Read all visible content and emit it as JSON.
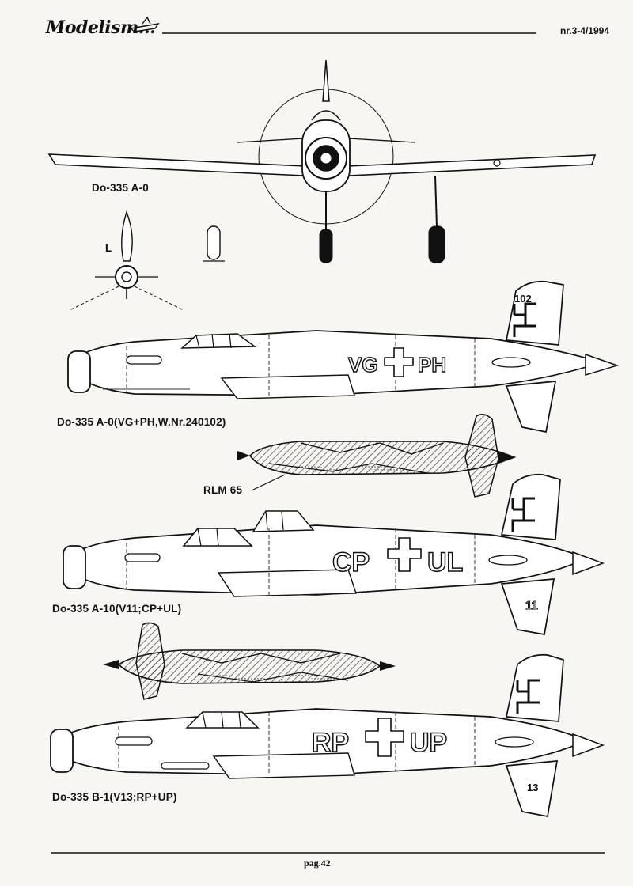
{
  "header": {
    "masthead": "Modelism...",
    "issue": "nr.3-4/1994"
  },
  "captions": {
    "front_view": "Do-335 A-0",
    "propeller_blade": "L",
    "a0_side": "Do-335 A-0(VG+PH,W.Nr.240102)",
    "camo_note": "RLM 65",
    "a10_side": "Do-335 A-10(V11;CP+UL)",
    "b1_side": "Do-335 B-1(V13;RP+UP)"
  },
  "markings": {
    "a0_code_left": "VG",
    "a0_code_right": "PH",
    "a0_tail_number": "102",
    "a10_code_left": "CP",
    "a10_code_right": "UL",
    "a10_tail_number": "11",
    "b1_code_left": "RP",
    "b1_code_right": "UP",
    "b1_tail_number": "13"
  },
  "footer": {
    "page": "pag.42"
  }
}
